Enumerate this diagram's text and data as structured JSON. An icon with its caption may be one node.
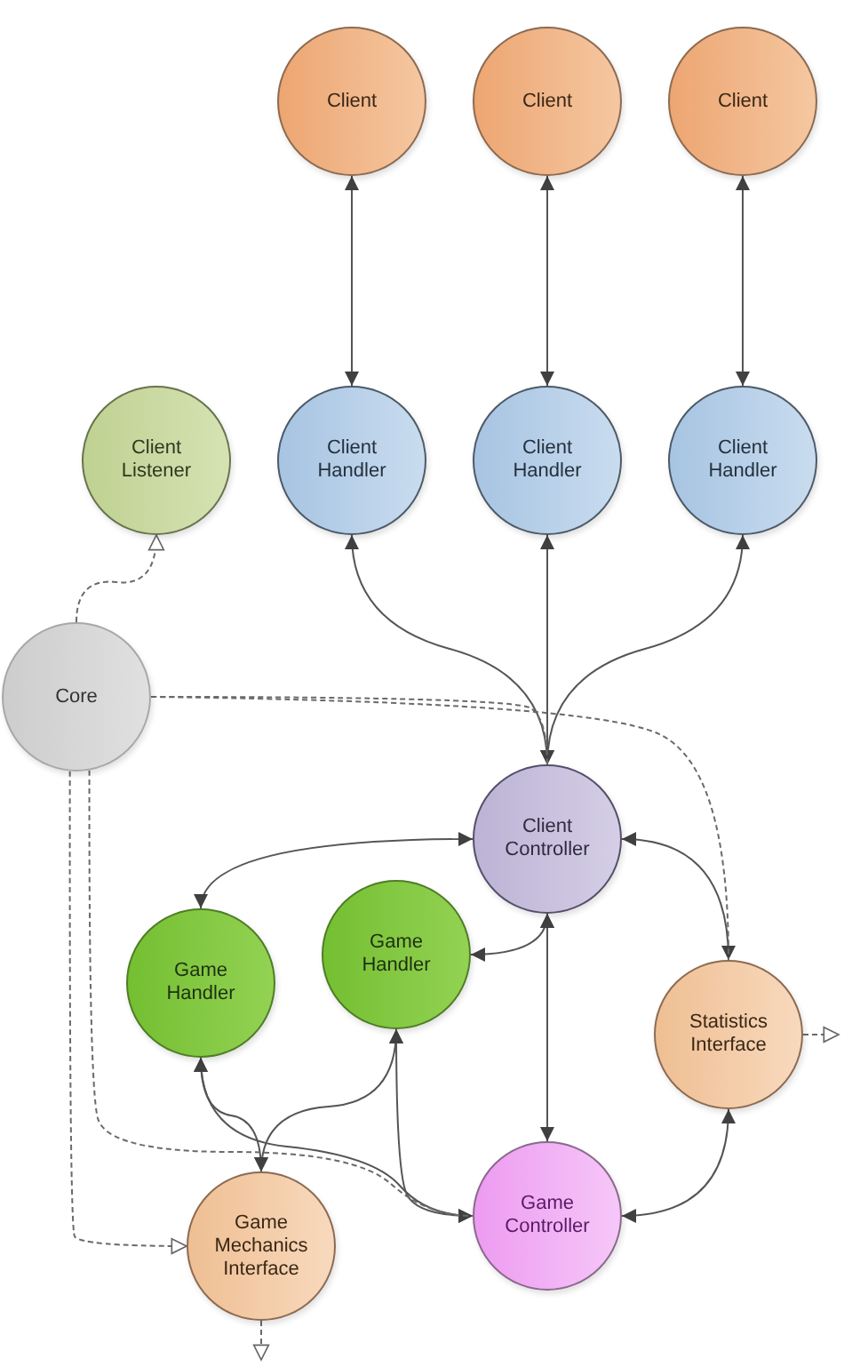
{
  "diagram": {
    "nodes": [
      {
        "text": [
          "Client"
        ]
      },
      {
        "text": [
          "Client"
        ]
      },
      {
        "text": [
          "Client"
        ]
      },
      {
        "text": [
          "Client Listener"
        ]
      },
      {
        "text": [
          "Client Handler"
        ]
      },
      {
        "text": [
          "Client Handler"
        ]
      },
      {
        "text": [
          "Client Handler"
        ]
      },
      {
        "text": [
          "Core"
        ]
      },
      {
        "text": [
          "Client Controller"
        ]
      },
      {
        "text": [
          "Game Handler"
        ]
      },
      {
        "text": [
          "Game Handler"
        ]
      },
      {
        "text": [
          "Statistics Interface"
        ]
      },
      {
        "text": [
          "Game Mechanics Interface"
        ]
      },
      {
        "text": [
          "Game Controller"
        ]
      }
    ],
    "edges": [
      {
        "from": 0,
        "to": 4,
        "arrow": "both"
      },
      {
        "from": 1,
        "to": 5,
        "arrow": "both"
      },
      {
        "from": 2,
        "to": 6,
        "arrow": "both"
      },
      {
        "from": 8,
        "to": 4,
        "arrow": "both"
      },
      {
        "from": 8,
        "to": 5,
        "arrow": "both"
      },
      {
        "from": 8,
        "to": 6,
        "arrow": "both"
      },
      {
        "from": 8,
        "to": 9,
        "arrow": "both"
      },
      {
        "from": 8,
        "to": 10,
        "arrow": "both"
      },
      {
        "from": 8,
        "to": 13,
        "arrow": "both"
      },
      {
        "from": 8,
        "to": 11,
        "arrow": "both"
      },
      {
        "from": 11,
        "to": 13,
        "arrow": "both"
      },
      {
        "from": 9,
        "to": 12,
        "arrow": "both"
      },
      {
        "from": 10,
        "to": 12,
        "arrow": "both"
      },
      {
        "from": 9,
        "to": 13,
        "arrow": "both"
      },
      {
        "from": 10,
        "to": 13,
        "arrow": "both"
      },
      {
        "from": 7,
        "to": 3,
        "arrow": "to",
        "style": "dashed"
      },
      {
        "from": 7,
        "to": 8,
        "arrow": "none",
        "style": "dashed"
      },
      {
        "from": 7,
        "to": 11,
        "arrow": "none",
        "style": "dashed"
      },
      {
        "from": 7,
        "to": 12,
        "arrow": "to",
        "style": "dashed"
      },
      {
        "from": 7,
        "to": 13,
        "arrow": "none",
        "style": "dashed"
      },
      {
        "from": 11,
        "to": null,
        "arrow": "to",
        "style": "dashed"
      },
      {
        "from": 12,
        "to": null,
        "arrow": "to",
        "style": "dashed"
      }
    ]
  }
}
